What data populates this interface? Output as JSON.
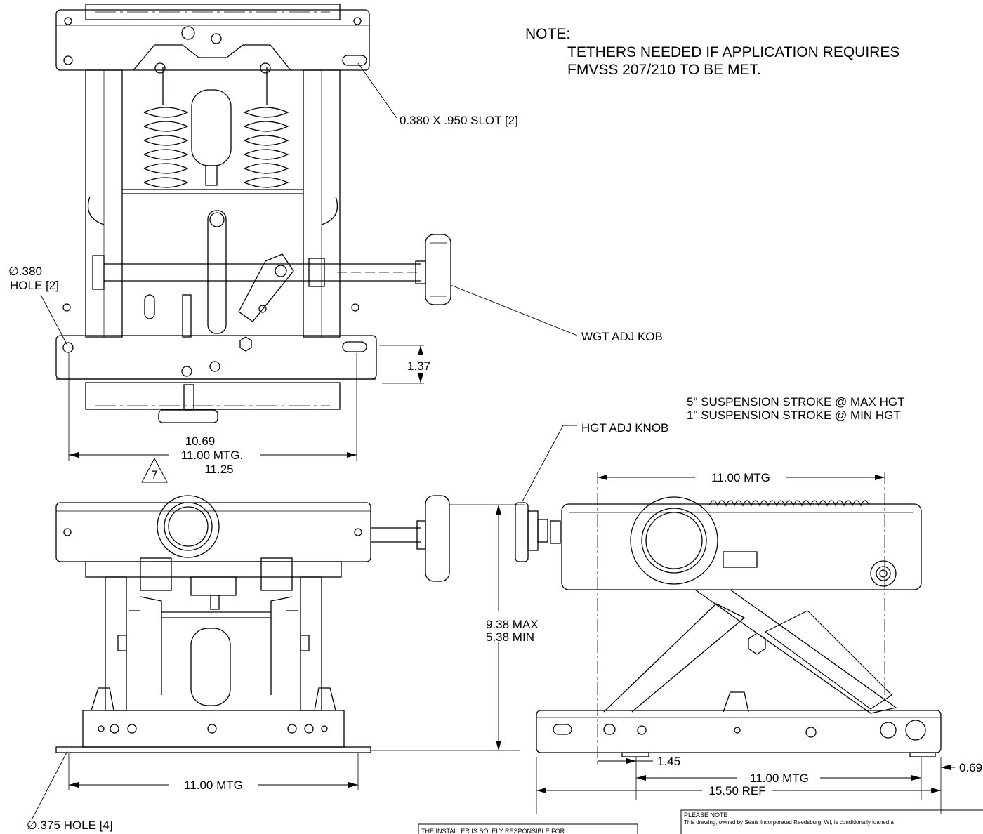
{
  "note": {
    "title": "NOTE:",
    "line1": "TETHERS NEEDED IF APPLICATION REQUIRES",
    "line2": "FMVSS 207/210 TO BE MET."
  },
  "top_view": {
    "slot_callout": "0.380 X .950 SLOT [2]",
    "hole_callout_1": "∅.380",
    "hole_callout_2": "HOLE [2]",
    "knob_callout": "WGT ADJ KOB",
    "dim_height": "1.37",
    "dim_upper": "10.69",
    "dim_mtg": "11.00  MTG.",
    "dim_lower": "11.25",
    "revision_flag": "7"
  },
  "front_view": {
    "dim_mtg": "11.00  MTG",
    "hole_callout": "∅.375 HOLE [4]",
    "height_max": "9.38  MAX",
    "height_min": "5.38  MIN"
  },
  "side_view": {
    "stroke_max": "5\" SUSPENSION STROKE @ MAX HGT",
    "stroke_min": "1\" SUSPENSION STROKE @ MIN HGT",
    "knob_callout": "HGT ADJ KNOB",
    "dim_top_mtg": "11.00  MTG",
    "dim_offset": "1.45",
    "dim_bottom_mtg": "11.00  MTG",
    "dim_ref": "15.50  REF",
    "dim_right": "0.69"
  },
  "footer": {
    "installer_note": "THE INSTALLER IS SOLELY RESPONSIBLE FOR",
    "please_note_title": "PLEASE NOTE",
    "please_note_text": "This drawing, owned by Seats Incorporated Reedsburg, WI, is conditionally loaned a"
  }
}
